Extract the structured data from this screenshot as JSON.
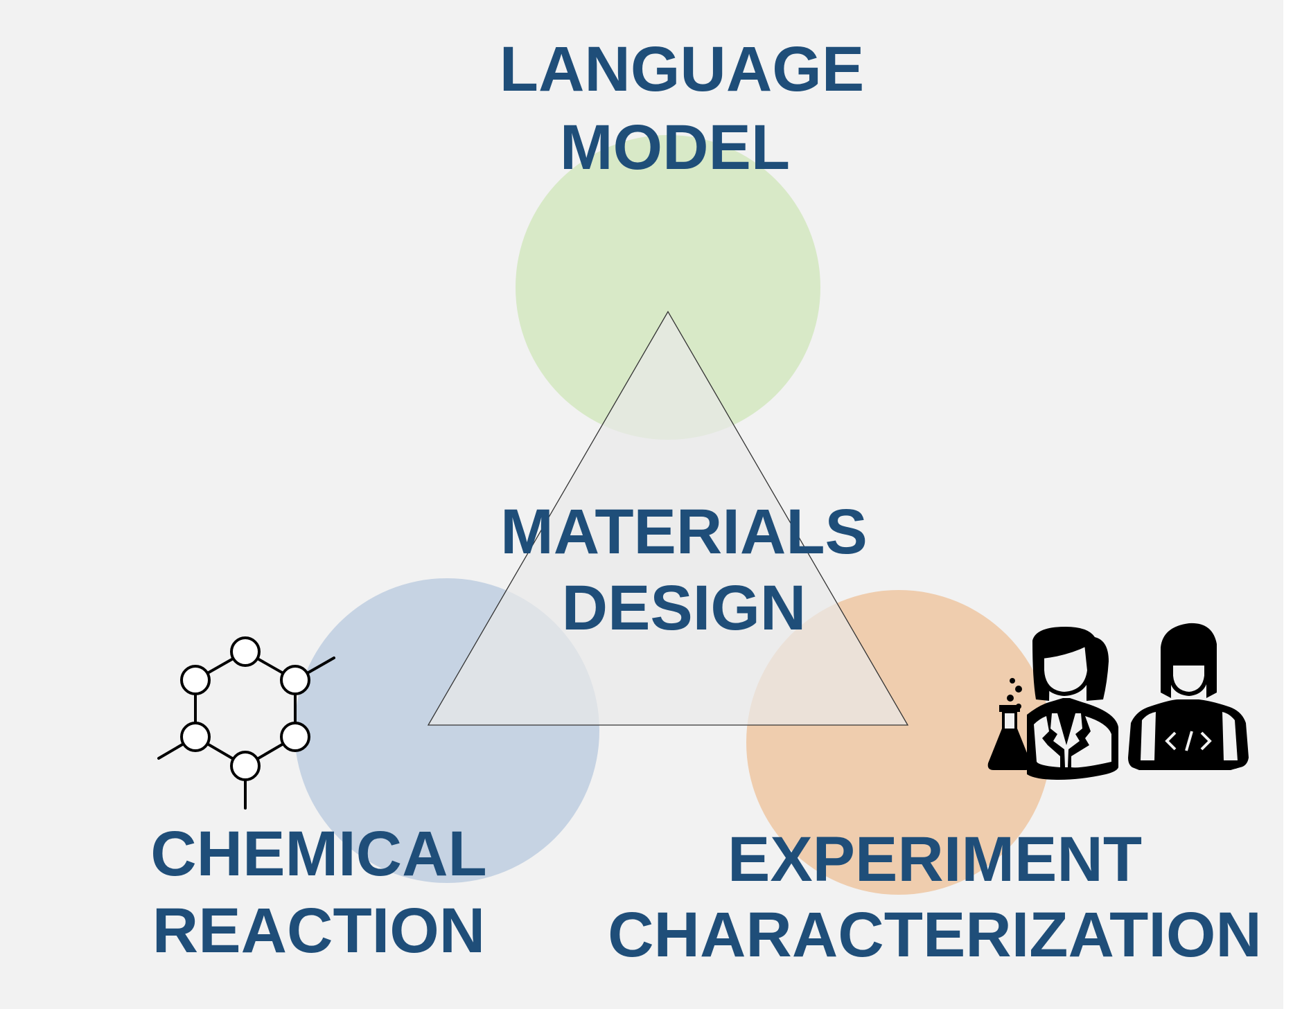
{
  "colors": {
    "panel_background": "#f2f2f2",
    "label_text": "#1f4e79",
    "language_model_circle": "#d6e8c4",
    "chemical_reaction_circle": "#c3d1e2",
    "experiment_circle": "#eecaaa",
    "triangle_stroke": "#333333"
  },
  "labels": {
    "language_model": {
      "line1": "LANGUAGE",
      "line2": "MODEL"
    },
    "materials_design": {
      "line1": "MATERIALS",
      "line2": "DESIGN"
    },
    "chemical_reaction": {
      "line1": "CHEMICAL",
      "line2": "REACTION"
    },
    "experiment_characterization": {
      "line1": "EXPERIMENT",
      "line2": "CHARACTERIZATION"
    }
  },
  "icons": {
    "molecule": "molecule-icon",
    "chemist": "chemist-with-flask-icon",
    "programmer": "programmer-with-laptop-icon"
  }
}
